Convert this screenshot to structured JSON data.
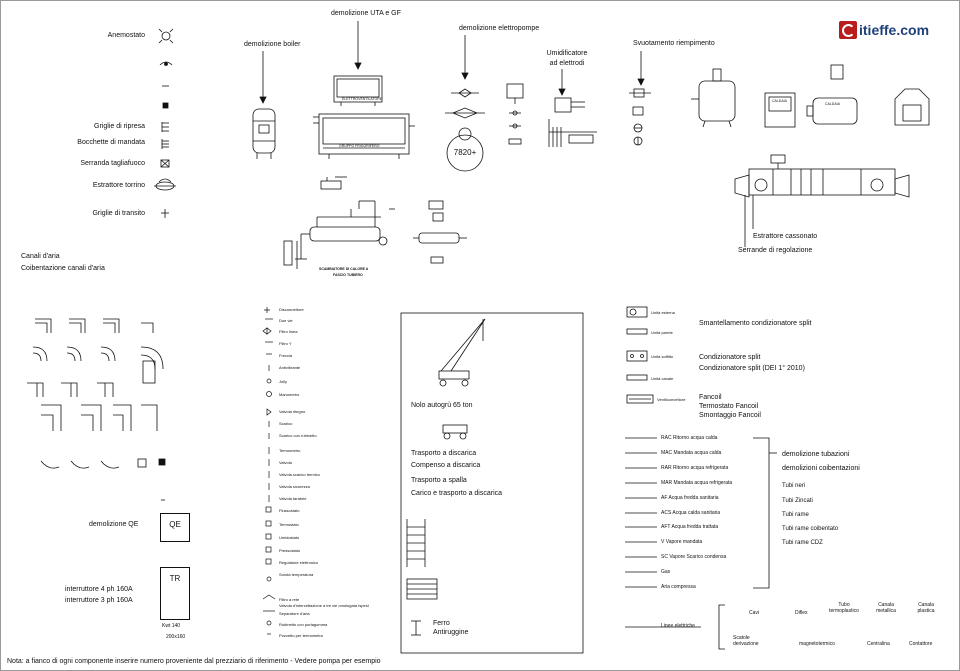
{
  "brand": {
    "name": "itieffe.com"
  },
  "symbols": {
    "anemostato": "Anemostato",
    "griglie_ripresa": "Griglie di ripresa",
    "bocchette_mandata": "Bocchette di mandata",
    "serranda_tagliafuoco": "Serranda tagliafuoco",
    "estrattore_torrino": "Estrattore torrino",
    "griglie_transito": "Griglie di transito"
  },
  "canali": {
    "line1": "Canali d'aria",
    "line2": "Coibentazione canali d'aria"
  },
  "demolitions": {
    "boiler": "demolizione boiler",
    "uta": "demolizione UTA e GF",
    "elettropompe": "demolizione elettropompe",
    "umidificatore_1": "Umidificatore",
    "umidificatore_2": "ad elettrodi",
    "svuotamento": "Svuotamento riempimento",
    "pump_code": "7820+"
  },
  "uta_labels": {
    "top": "ELETTROVENTILATORE",
    "main": "GRUPPO FRIGORIFERO"
  },
  "scambiatore": {
    "line1": "SCAMBIATORE DI CALORE A",
    "line2": "FASCIO TUBIERO"
  },
  "caldaia_labels": [
    "CALDAIA",
    "CALDAIA"
  ],
  "estrattore": {
    "cassonato": "Estrattore cassonato",
    "serrande": "Serrande di regolazione"
  },
  "valve_legend": [
    "Disconnettore",
    "Due vie",
    "Filtro linea",
    "Filtro Y",
    "Freccia",
    "Antivibrante",
    "Jolly",
    "Manometro",
    "Valvola ritegno",
    "Scarico",
    "Scarico con rubinetto",
    "Termometro",
    "Valvola",
    "Valvola scarico termico",
    "Valvola sicurezza",
    "Valvola tarabrie",
    "Flussostato",
    "Termostato",
    "Umidostato",
    "Pressostato",
    "Regolatore elettronico",
    "Sonda temperatura",
    "Filtro a rete",
    "Valvola d'intercettazione a tre vie omologata Ispesl",
    "Separatore d'aria",
    "Rubinetto con portagomma",
    "Pozzetto per termometro"
  ],
  "transport": {
    "nolo": "Nolo autogrù 65 ton",
    "discarica": "Trasporto a discarica",
    "compenso": "Compenso a discarica",
    "spalla": "Trasporto a spalla",
    "carico": "Carico e trasporto a discarica",
    "ferro": "Ferro",
    "antiruggine": "Antiruggine"
  },
  "split": {
    "unit_labels": [
      "Unità esterna",
      "Unità parete",
      "Unità soffitto",
      "Unità canale",
      "Ventilconvettore"
    ],
    "smantellamento": "Smantellamento condizionatore split",
    "cond_split": "Condizionatore split",
    "cond_split_dei": "Condizionatore split (DEI 1° 2010)",
    "fancoil": "Fancoil",
    "termostato_fancoil": "Termostato Fancoil",
    "smontaggio_fancoil": "Smontaggio Fancoil"
  },
  "pipes": [
    "RAC Ritorno acqua calda",
    "MAC Mandata acqua calda",
    "RAR Ritorno acqua refrigerata",
    "MAR Mandata acqua refrigerata",
    "AF Acqua fredda sanitaria",
    "ACS Acqua calda sanitaria",
    "AFT Acqua fredda trattata",
    "V Vapore mandata",
    "SC Vapore Scarico condensa",
    "Gas",
    "Aria compressa"
  ],
  "tubazioni": {
    "demolizione": "demolizione tubazioni",
    "coibentazioni": "demolizioni coibentazioni",
    "neri": "Tubi neri",
    "zincati": "Tubi Zincati",
    "rame": "Tubi rame",
    "rame_coib": "Tubi rame coibentato",
    "rame_cdz": "Tubi rame CDZ"
  },
  "electric": {
    "linee": "Linee elettriche",
    "items_top": [
      "Cavi",
      "Diflex",
      "Tubo termoplastico",
      "Canala metallica",
      "Canala plastica"
    ],
    "items_bottom": [
      "Scatole derivazione",
      "magnetotermico",
      "Centralina",
      "Contattore"
    ]
  },
  "qe": {
    "demolizione": "demolizione QE",
    "qe": "QE",
    "tr": "TR",
    "int4": "interruttore 4 ph 160A",
    "int3": "interruttore 3 ph 160A",
    "kwt": "Kwt 140",
    "size": "200x160"
  },
  "footer": "Nota: a fianco di ogni componente inserire numero proveniente dal prezziario di riferimento - Vedere pompa per esempio"
}
